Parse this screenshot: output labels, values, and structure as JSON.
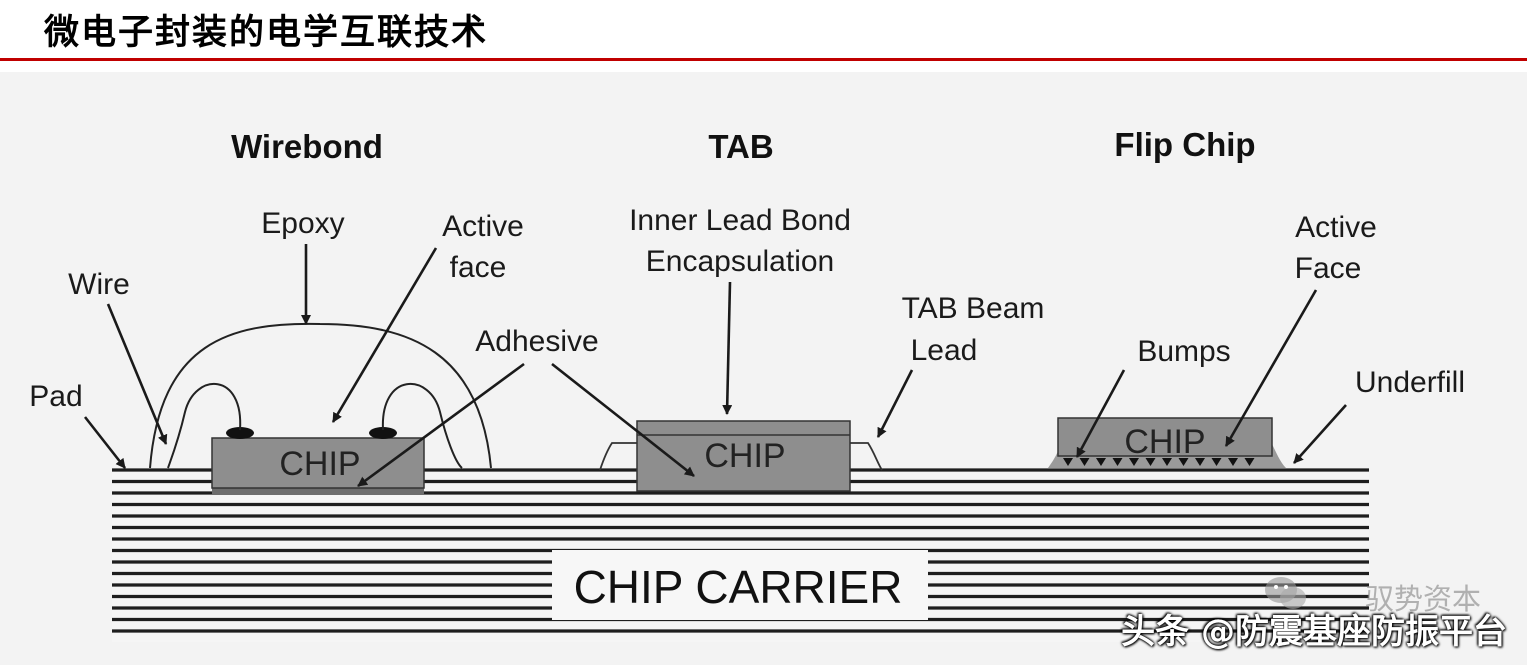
{
  "page": {
    "title": "微电子封装的电学互联技术",
    "rule_color": "#c00000"
  },
  "diagram": {
    "sections": [
      "Wirebond",
      "TAB",
      "Flip Chip"
    ],
    "wirebond_labels": {
      "wire": "Wire",
      "epoxy": "Epoxy",
      "active_face_1": "Active",
      "active_face_2": "face",
      "pad": "Pad",
      "adhesive": "Adhesive"
    },
    "tab_labels": {
      "inner_lead_1": "Inner Lead Bond",
      "inner_lead_2": "Encapsulation",
      "beam_lead_1": "TAB Beam",
      "beam_lead_2": "Lead"
    },
    "flipchip_labels": {
      "active_face_1": "Active",
      "active_face_2": "Face",
      "bumps": "Bumps",
      "underfill": "Underfill"
    },
    "chip_label": "CHIP",
    "carrier_label": "CHIP CARRIER",
    "colors": {
      "chip": "#8c8c8c",
      "carrier_line": "#1e1e1e",
      "background": "#f2f2f2"
    }
  },
  "watermark": {
    "top": "驭势资本",
    "bottom": "头条 @防震基座防振平台"
  }
}
